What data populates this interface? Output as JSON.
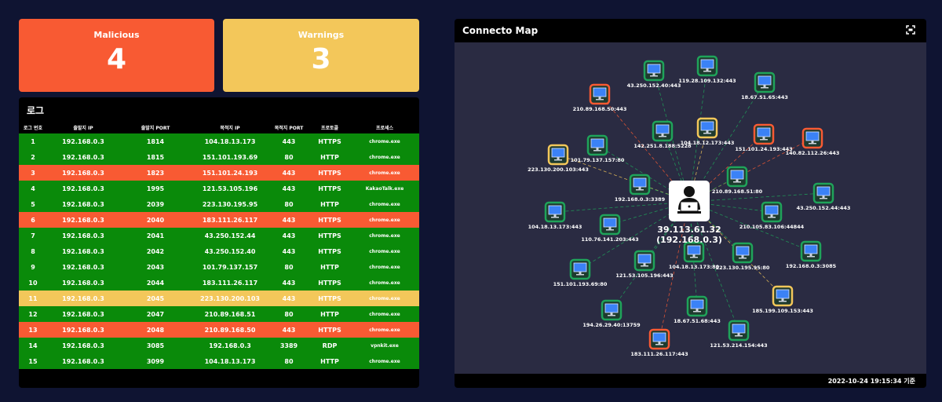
{
  "summary": {
    "malicious": {
      "label": "Malicious",
      "value": "4",
      "color": "#f85a33"
    },
    "warnings": {
      "label": "Warnings",
      "value": "3",
      "color": "#f3c75a"
    }
  },
  "log": {
    "title": "로그",
    "columns": [
      "로그 번호",
      "출발지 IP",
      "출발지 PORT",
      "목적지 IP",
      "목적지 PORT",
      "프로토콜",
      "프로세스"
    ],
    "rows": [
      {
        "status": "green",
        "cells": [
          "1",
          "192.168.0.3",
          "1814",
          "104.18.13.173",
          "443",
          "HTTPS",
          "chrome.exe"
        ]
      },
      {
        "status": "green",
        "cells": [
          "2",
          "192.168.0.3",
          "1815",
          "151.101.193.69",
          "80",
          "HTTP",
          "chrome.exe"
        ]
      },
      {
        "status": "red",
        "cells": [
          "3",
          "192.168.0.3",
          "1823",
          "151.101.24.193",
          "443",
          "HTTPS",
          "chrome.exe"
        ]
      },
      {
        "status": "green",
        "cells": [
          "4",
          "192.168.0.3",
          "1995",
          "121.53.105.196",
          "443",
          "HTTPS",
          "KakaoTalk.exe"
        ]
      },
      {
        "status": "green",
        "cells": [
          "5",
          "192.168.0.3",
          "2039",
          "223.130.195.95",
          "80",
          "HTTP",
          "chrome.exe"
        ]
      },
      {
        "status": "red",
        "cells": [
          "6",
          "192.168.0.3",
          "2040",
          "183.111.26.117",
          "443",
          "HTTPS",
          "chrome.exe"
        ]
      },
      {
        "status": "green",
        "cells": [
          "7",
          "192.168.0.3",
          "2041",
          "43.250.152.44",
          "443",
          "HTTPS",
          "chrome.exe"
        ]
      },
      {
        "status": "green",
        "cells": [
          "8",
          "192.168.0.3",
          "2042",
          "43.250.152.40",
          "443",
          "HTTPS",
          "chrome.exe"
        ]
      },
      {
        "status": "green",
        "cells": [
          "9",
          "192.168.0.3",
          "2043",
          "101.79.137.157",
          "80",
          "HTTP",
          "chrome.exe"
        ]
      },
      {
        "status": "green",
        "cells": [
          "10",
          "192.168.0.3",
          "2044",
          "183.111.26.117",
          "443",
          "HTTPS",
          "chrome.exe"
        ]
      },
      {
        "status": "yellow",
        "cells": [
          "11",
          "192.168.0.3",
          "2045",
          "223.130.200.103",
          "443",
          "HTTPS",
          "chrome.exe"
        ]
      },
      {
        "status": "green",
        "cells": [
          "12",
          "192.168.0.3",
          "2047",
          "210.89.168.51",
          "80",
          "HTTP",
          "chrome.exe"
        ]
      },
      {
        "status": "red",
        "cells": [
          "13",
          "192.168.0.3",
          "2048",
          "210.89.168.50",
          "443",
          "HTTPS",
          "chrome.exe"
        ]
      },
      {
        "status": "green",
        "cells": [
          "14",
          "192.168.0.3",
          "3085",
          "192.168.0.3",
          "3389",
          "RDP",
          "vpnkit.exe"
        ]
      },
      {
        "status": "green",
        "cells": [
          "15",
          "192.168.0.3",
          "3099",
          "104.18.13.173",
          "80",
          "HTTP",
          "chrome.exe"
        ]
      }
    ]
  },
  "map": {
    "title": "Connecto Map",
    "center": {
      "ip": "39.113.61.32",
      "local": "(192.168.0.3)"
    },
    "footer": "2022-10-24 19:15:34 기준",
    "colors": {
      "safe": "#1fa35a",
      "malicious": "#f85a33",
      "warning": "#f3c75a",
      "screen": "#3b82f6"
    },
    "nodes": [
      {
        "label": "43.250.152.40:443",
        "status": "safe"
      },
      {
        "label": "119.28.109.132:443",
        "status": "safe"
      },
      {
        "label": "18.67.51.65:443",
        "status": "safe"
      },
      {
        "label": "210.89.168.50:443",
        "status": "malicious"
      },
      {
        "label": "142.251.8.188:5228",
        "status": "safe"
      },
      {
        "label": "104.18.12.173:443",
        "status": "warning"
      },
      {
        "label": "151.101.24.193:443",
        "status": "malicious"
      },
      {
        "label": "140.82.112.26:443",
        "status": "malicious"
      },
      {
        "label": "101.79.137.157:80",
        "status": "safe"
      },
      {
        "label": "223.130.200.103:443",
        "status": "warning"
      },
      {
        "label": "210.89.168.51:80",
        "status": "safe"
      },
      {
        "label": "192.168.0.3:3389",
        "status": "safe"
      },
      {
        "label": "43.250.152.44:443",
        "status": "safe"
      },
      {
        "label": "104.18.13.173:443",
        "status": "safe"
      },
      {
        "label": "110.76.141.203:443",
        "status": "safe"
      },
      {
        "label": "210.105.83.106:44844",
        "status": "safe"
      },
      {
        "label": "192.168.0.3:3085",
        "status": "safe"
      },
      {
        "label": "104.18.13.173:80",
        "status": "safe"
      },
      {
        "label": "223.130.195.95:80",
        "status": "safe"
      },
      {
        "label": "121.53.105.196:443",
        "status": "safe"
      },
      {
        "label": "151.101.193.69:80",
        "status": "safe"
      },
      {
        "label": "185.199.109.153:443",
        "status": "warning"
      },
      {
        "label": "194.26.29.40:13759",
        "status": "safe"
      },
      {
        "label": "18.67.51.68:443",
        "status": "safe"
      },
      {
        "label": "121.53.214.154:443",
        "status": "safe"
      },
      {
        "label": "183.111.26.117:443",
        "status": "malicious"
      }
    ]
  }
}
